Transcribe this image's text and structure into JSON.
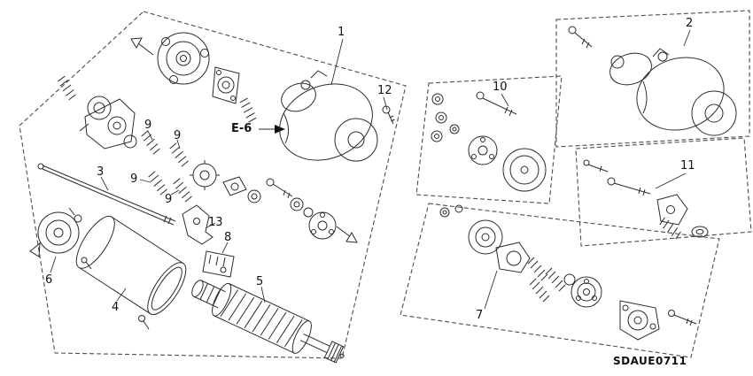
{
  "diagram": {
    "code": "SDAUE0711",
    "reference_label": "E-6",
    "callouts": {
      "c1": "1",
      "c2": "2",
      "c3": "3",
      "c4": "4",
      "c5": "5",
      "c6": "6",
      "c7": "7",
      "c8": "8",
      "c9": "9",
      "c10": "10",
      "c11": "11",
      "c12": "12",
      "c13": "13"
    }
  }
}
